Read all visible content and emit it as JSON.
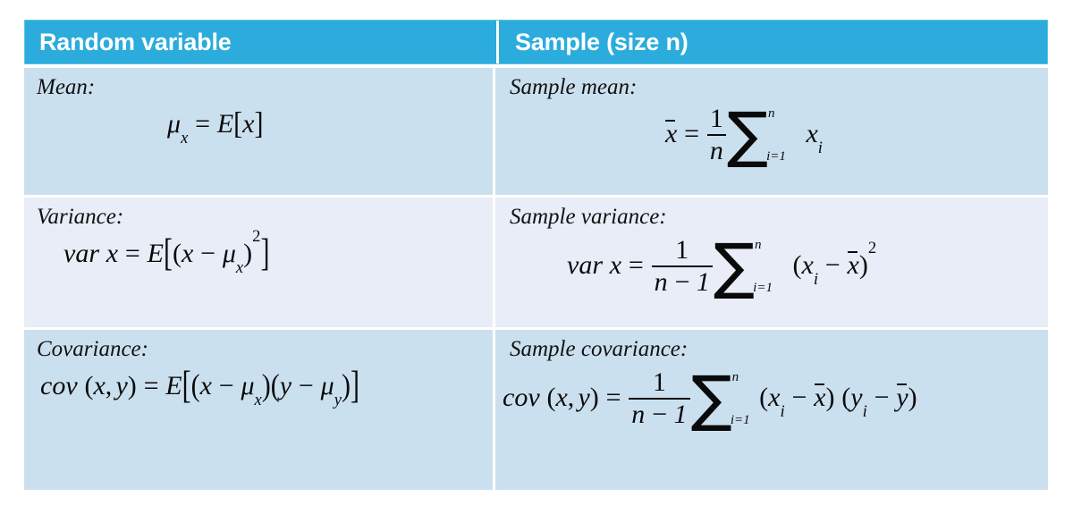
{
  "table": {
    "accent_header_bg": "#2BACDC",
    "header_text_color": "#FFFFFF",
    "row_dark_bg": "#CBE0EF",
    "row_light_bg": "#E8EDF7",
    "divider_color": "#FFFFFF",
    "columns": [
      {
        "header": "Random variable"
      },
      {
        "header": "Sample (size n)"
      }
    ],
    "rows": [
      {
        "left_label": "Mean:",
        "left_formula_text": "μ_x = E[x]",
        "right_label": "Sample mean:",
        "right_formula_text": "x̄ = (1/n) Σ_{i=1}^{n} x_i"
      },
      {
        "left_label": "Variance:",
        "left_formula_text": "var x = E[(x − μ_x)²]",
        "right_label": "Sample variance:",
        "right_formula_text": "var x = (1/(n−1)) Σ_{i=1}^{n} (x_i − x̄)²"
      },
      {
        "left_label": "Covariance:",
        "left_formula_text": "cov (x, y) = E[(x − μ_x)(y − μ_y)]",
        "right_label": "Sample covariance:",
        "right_formula_text": "cov (x, y) = (1/(n−1)) Σ_{i=1}^{n} (x_i − x̄) (y_i − ȳ)"
      }
    ],
    "symbols": {
      "mu": "μ",
      "sigma_sum": "∑",
      "minus": "−",
      "equals": "=",
      "E": "E",
      "var": "var",
      "cov": "cov",
      "n": "n",
      "one": "1",
      "two": "2",
      "i_eq_1": "i=1",
      "x": "x",
      "y": "y",
      "i": "i",
      "lbracket": "[",
      "rbracket": "]",
      "lparen": "(",
      "rparen": ")",
      "comma": ",",
      "colon": ":"
    }
  }
}
